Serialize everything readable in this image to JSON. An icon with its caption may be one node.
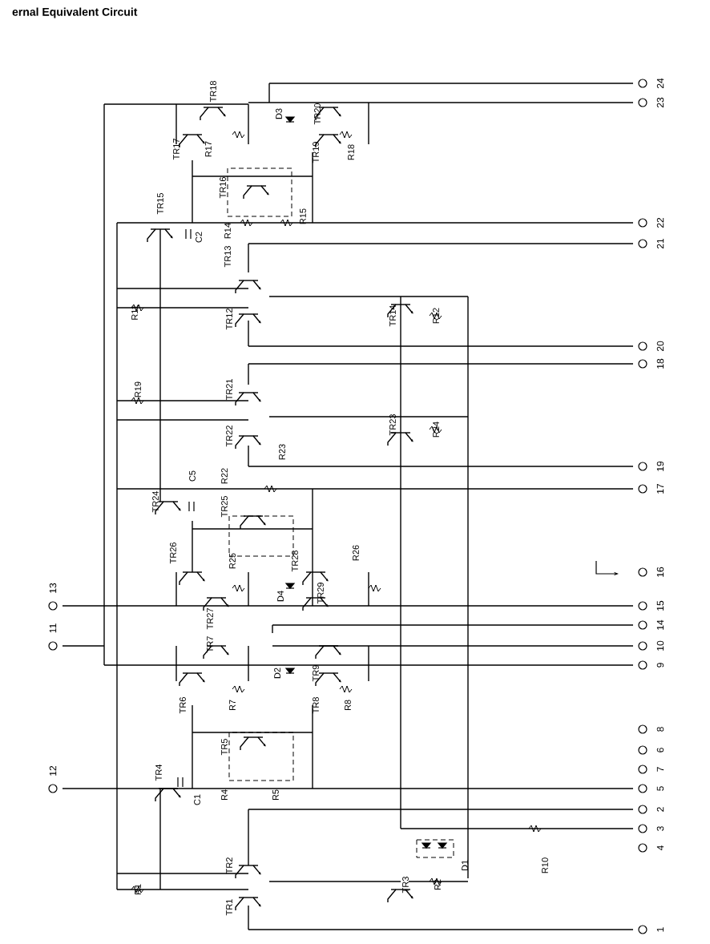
{
  "diagram": {
    "title": "ernal Equivalent Circuit",
    "nodes": [
      {
        "text": [],
        "shape": "circle",
        "beside": [
          "24"
        ]
      },
      {
        "text": [],
        "shape": "circle",
        "beside": [
          "23"
        ]
      },
      {
        "text": [],
        "shape": "circle",
        "beside": [
          "22"
        ]
      },
      {
        "text": [],
        "shape": "circle",
        "beside": [
          "21"
        ]
      },
      {
        "text": [],
        "shape": "circle",
        "beside": [
          "20"
        ]
      },
      {
        "text": [],
        "shape": "circle",
        "beside": [
          "18"
        ]
      },
      {
        "text": [],
        "shape": "circle",
        "beside": [
          "19"
        ]
      },
      {
        "text": [],
        "shape": "circle",
        "beside": [
          "17"
        ]
      },
      {
        "text": [],
        "shape": "circle",
        "beside": [
          "16"
        ]
      },
      {
        "text": [],
        "shape": "circle",
        "beside": [
          "13"
        ]
      },
      {
        "text": [],
        "shape": "circle",
        "beside": [
          "15"
        ]
      },
      {
        "text": [],
        "shape": "circle",
        "beside": [
          "14"
        ]
      },
      {
        "text": [],
        "shape": "circle",
        "beside": [
          "11"
        ]
      },
      {
        "text": [],
        "shape": "circle",
        "beside": [
          "10"
        ]
      },
      {
        "text": [],
        "shape": "circle",
        "beside": [
          "9"
        ]
      },
      {
        "text": [],
        "shape": "circle",
        "beside": [
          "8"
        ]
      },
      {
        "text": [],
        "shape": "circle",
        "beside": [
          "6"
        ]
      },
      {
        "text": [],
        "shape": "circle",
        "beside": [
          "7"
        ]
      },
      {
        "text": [],
        "shape": "circle",
        "beside": [
          "12"
        ]
      },
      {
        "text": [],
        "shape": "circle",
        "beside": [
          "5"
        ]
      },
      {
        "text": [],
        "shape": "circle",
        "beside": [
          "2"
        ]
      },
      {
        "text": [],
        "shape": "circle",
        "beside": [
          "3"
        ]
      },
      {
        "text": [],
        "shape": "circle",
        "beside": [
          "4"
        ]
      },
      {
        "text": [],
        "shape": "circle",
        "beside": [
          "1"
        ]
      }
    ],
    "labels": [
      "TR18",
      "TR17",
      "R17",
      "D3",
      "TR20",
      "TR19",
      "R18",
      "TR16",
      "R15",
      "TR15",
      "C2",
      "R14",
      "TR13",
      "R11",
      "TR12",
      "TR14",
      "R12",
      "R19",
      "TR21",
      "TR22",
      "R23",
      "TR23",
      "R24",
      "TR24",
      "C5",
      "R22",
      "TR25",
      "TR26",
      "R25",
      "TR28",
      "R26",
      "D4",
      "TR29",
      "TR27",
      "TR7",
      "TR6",
      "R7",
      "D2",
      "TR9",
      "TR8",
      "R8",
      "TR5",
      "TR4",
      "C1",
      "R4",
      "R5",
      "TR2",
      "TR1",
      "TR3",
      "R2",
      "D1",
      "R10",
      "R1"
    ]
  }
}
